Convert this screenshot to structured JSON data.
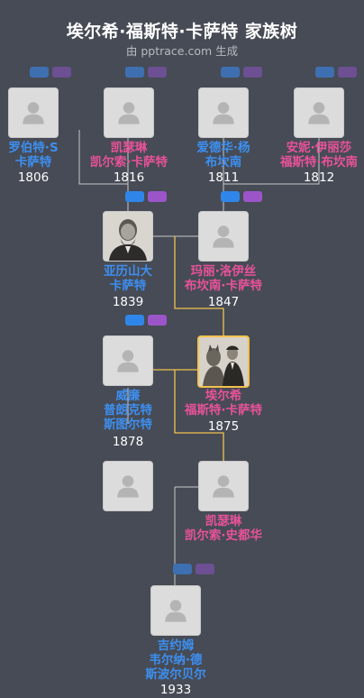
{
  "header": {
    "title": "埃尔希·福斯特·卡萨特 家族树",
    "subtitle": "由 pptrace.com 生成"
  },
  "colors": {
    "background": "#464b55",
    "male": "#3d8ff0",
    "female": "#e8529a",
    "highlight_line": "#f2c14e",
    "connector": "#c8c8c8"
  },
  "people": {
    "robert": {
      "lines": [
        "罗伯特·S",
        "卡萨特"
      ],
      "year": "1806",
      "gender": "male"
    },
    "katherine": {
      "lines": [
        "凯瑟琳",
        "凯尔索·卡萨特"
      ],
      "year": "1816",
      "gender": "female"
    },
    "edward": {
      "lines": [
        "爱德华·杨",
        "布坎南"
      ],
      "year": "1811",
      "gender": "male"
    },
    "annie": {
      "lines": [
        "安妮·伊丽莎",
        "福斯特·布坎南"
      ],
      "year": "1812",
      "gender": "female"
    },
    "alexander": {
      "lines": [
        "亚历山大",
        "卡萨特"
      ],
      "year": "1839",
      "gender": "male"
    },
    "mary": {
      "lines": [
        "玛丽·洛伊丝",
        "布坎南·卡萨特"
      ],
      "year": "1847",
      "gender": "female"
    },
    "william": {
      "lines": [
        "威廉",
        "普朗克特",
        "斯图尔特"
      ],
      "year": "1878",
      "gender": "male"
    },
    "elsie": {
      "lines": [
        "埃尔希",
        "福斯特·卡萨特"
      ],
      "year": "1875",
      "gender": "female"
    },
    "unknown": {
      "lines": [],
      "year": "",
      "gender": "male"
    },
    "katherine2": {
      "lines": [
        "凯瑟琳",
        "凯尔索·史都华"
      ],
      "year": "",
      "gender": "female"
    },
    "james": {
      "lines": [
        "吉约姆",
        "韦尔纳·德",
        "斯波尔贝尔"
      ],
      "year": "1933",
      "gender": "male"
    }
  },
  "icons": {
    "placeholder": "person-silhouette-icon",
    "photo": "portrait-photo",
    "badge_left": "blue-tag",
    "badge_right": "purple-tag"
  }
}
